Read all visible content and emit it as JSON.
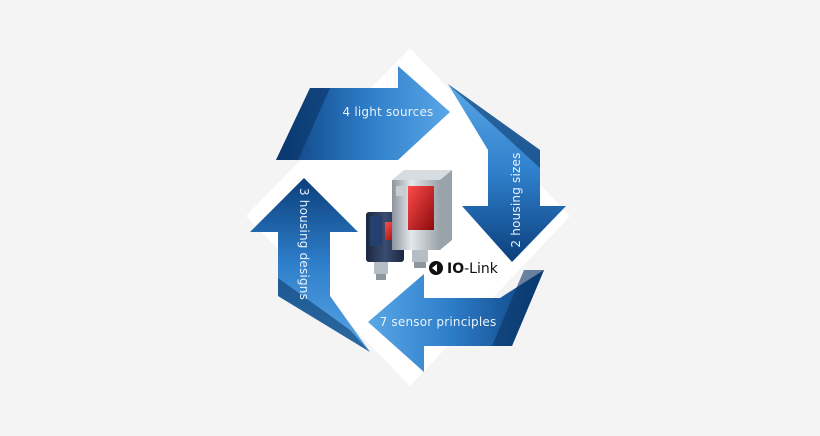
{
  "diagram": {
    "arrows": [
      {
        "id": "top",
        "label": "4 light sources"
      },
      {
        "id": "right",
        "label": "2 housing sizes"
      },
      {
        "id": "bottom",
        "label": "7 sensor principles"
      },
      {
        "id": "left",
        "label": "3 housing designs"
      }
    ],
    "logo": {
      "bold": "IO",
      "rest": "-Link"
    },
    "colors": {
      "background": "#f4f4f4",
      "diamond": "#ffffff",
      "arrow_light": "#3f8fd3",
      "arrow_dark": "#0b3f7c"
    }
  }
}
